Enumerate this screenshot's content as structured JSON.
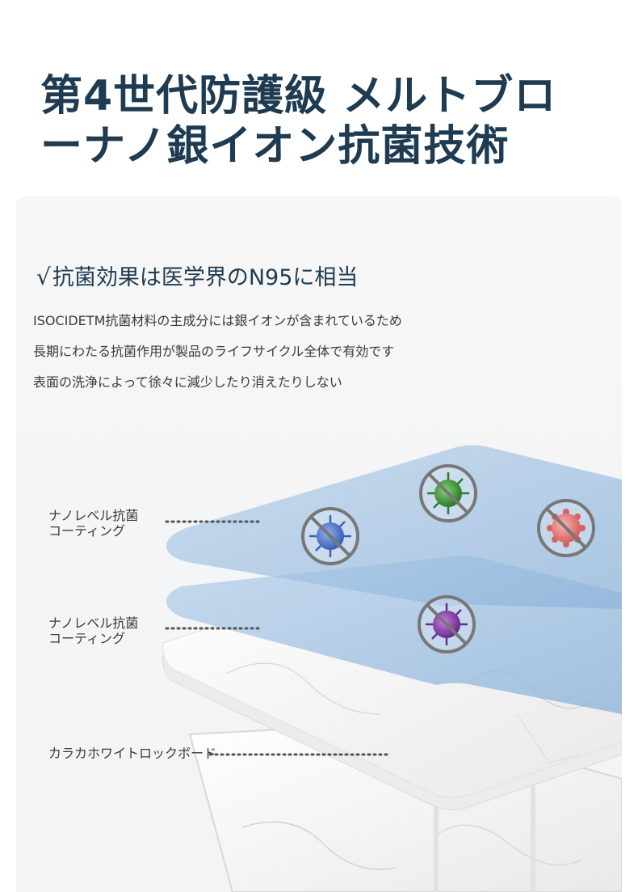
{
  "headline": {
    "line1": "第4世代防護級 メルトブロ",
    "line2": "ーナノ銀イオン抗菌技術"
  },
  "feature": {
    "check_mark": "√",
    "title": "抗菌効果は医学界のN95に相当",
    "description": [
      "ISOCIDETM抗菌材料の主成分には銀イオンが含まれているため",
      "長期にわたる抗菌作用が製品のライフサイクル全体で有効です",
      "表面の洗浄によって徐々に減少したり消えたりしない"
    ]
  },
  "layers": [
    {
      "line1": "ナノレベル抗菌",
      "line2": "コーティング"
    },
    {
      "line1": "ナノレベル抗菌",
      "line2": "コーティング"
    },
    {
      "line1": "カラカホワイトロックボード"
    }
  ],
  "colors": {
    "headline": "#1e3b52",
    "coating_blue": "#9dbfe0",
    "marble": "#f4f4f4",
    "virus_blue": "#4a78c8",
    "virus_green": "#3f9a3a",
    "virus_red": "#e07a7a",
    "virus_purple": "#8a3fa8"
  },
  "icons": [
    "check-mark-icon",
    "blue-virus-blocked-icon",
    "green-virus-blocked-icon",
    "red-virus-blocked-icon",
    "purple-virus-blocked-icon"
  ]
}
